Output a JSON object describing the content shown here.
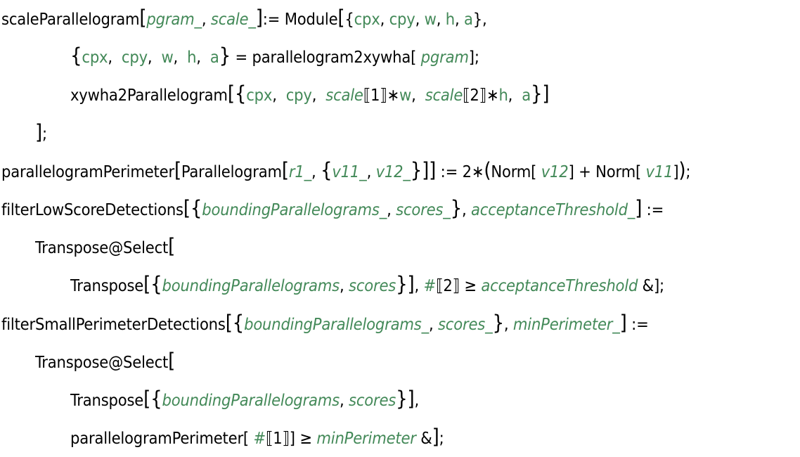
{
  "colors": {
    "text": "#000000",
    "symbol": "#438958"
  },
  "lines": [
    {
      "indent": 0,
      "tokens": [
        [
          "k",
          "scaleParallelogram"
        ],
        [
          "b",
          "["
        ],
        [
          "v",
          "pgram_"
        ],
        [
          "k",
          ", "
        ],
        [
          "v",
          "scale_"
        ],
        [
          "b",
          "]"
        ],
        [
          "k",
          ":= Module"
        ],
        [
          "b",
          "["
        ],
        [
          "k",
          "{"
        ],
        [
          "l",
          "cpx"
        ],
        [
          "k",
          ", "
        ],
        [
          "l",
          "cpy"
        ],
        [
          "k",
          ", "
        ],
        [
          "l",
          "w"
        ],
        [
          "k",
          ", "
        ],
        [
          "l",
          "h"
        ],
        [
          "k",
          ", "
        ],
        [
          "l",
          "a"
        ],
        [
          "k",
          "},"
        ]
      ]
    },
    {
      "indent": 2,
      "tokens": [
        [
          "b",
          "{"
        ],
        [
          "l",
          "cpx"
        ],
        [
          "k",
          ",  "
        ],
        [
          "l",
          "cpy"
        ],
        [
          "k",
          ",  "
        ],
        [
          "l",
          "w"
        ],
        [
          "k",
          ",  "
        ],
        [
          "l",
          "h"
        ],
        [
          "k",
          ",  "
        ],
        [
          "l",
          "a"
        ],
        [
          "b",
          "}"
        ],
        [
          "k",
          " = parallelogram2xywha[ "
        ],
        [
          "v",
          "pgram"
        ],
        [
          "k",
          "];"
        ]
      ]
    },
    {
      "indent": 2,
      "tokens": [
        [
          "k",
          "xywha2Parallelogram"
        ],
        [
          "b",
          "[{"
        ],
        [
          "l",
          "cpx"
        ],
        [
          "k",
          ",  "
        ],
        [
          "l",
          "cpy"
        ],
        [
          "k",
          ",  "
        ],
        [
          "v",
          "scale"
        ],
        [
          "k",
          "⟦1⟧∗"
        ],
        [
          "l",
          "w"
        ],
        [
          "k",
          ",  "
        ],
        [
          "v",
          "scale"
        ],
        [
          "k",
          "⟦2⟧∗"
        ],
        [
          "l",
          "h"
        ],
        [
          "k",
          ",  "
        ],
        [
          "l",
          "a"
        ],
        [
          "b",
          "}]"
        ]
      ]
    },
    {
      "indent": 1,
      "tokens": [
        [
          "b",
          "]"
        ],
        [
          "k",
          ";"
        ]
      ]
    },
    {
      "indent": 0,
      "tokens": [
        [
          "k",
          "parallelogramPerimeter"
        ],
        [
          "b",
          "["
        ],
        [
          "k",
          "Parallelogram"
        ],
        [
          "b",
          "["
        ],
        [
          "v",
          "r1_"
        ],
        [
          "k",
          ", "
        ],
        [
          "b",
          "{"
        ],
        [
          "v",
          "v11_"
        ],
        [
          "k",
          ", "
        ],
        [
          "v",
          "v12_"
        ],
        [
          "b",
          "}]]"
        ],
        [
          "k",
          " := 2∗"
        ],
        [
          "b",
          "("
        ],
        [
          "k",
          "Norm[ "
        ],
        [
          "v",
          "v12"
        ],
        [
          "k",
          "] + Norm[ "
        ],
        [
          "v",
          "v11"
        ],
        [
          "k",
          "]"
        ],
        [
          "b",
          ")"
        ],
        [
          "k",
          ";"
        ]
      ]
    },
    {
      "indent": 0,
      "tokens": [
        [
          "k",
          "filterLowScoreDetections"
        ],
        [
          "b",
          "[{"
        ],
        [
          "v",
          "boundingParallelograms_"
        ],
        [
          "k",
          ", "
        ],
        [
          "v",
          "scores_"
        ],
        [
          "b",
          "}"
        ],
        [
          "k",
          ", "
        ],
        [
          "v",
          "acceptanceThreshold_"
        ],
        [
          "b",
          "]"
        ],
        [
          "k",
          " :="
        ]
      ]
    },
    {
      "indent": 1,
      "tokens": [
        [
          "k",
          "Transpose@Select"
        ],
        [
          "b",
          "["
        ]
      ]
    },
    {
      "indent": 2,
      "tokens": [
        [
          "k",
          "Transpose"
        ],
        [
          "b",
          "[{"
        ],
        [
          "v",
          "boundingParallelograms"
        ],
        [
          "k",
          ", "
        ],
        [
          "v",
          "scores"
        ],
        [
          "b",
          "}]"
        ],
        [
          "k",
          ", "
        ],
        [
          "l",
          "#"
        ],
        [
          "k",
          "⟦2⟧ ≥ "
        ],
        [
          "v",
          "acceptanceThreshold"
        ],
        [
          "k",
          " &];"
        ]
      ]
    },
    {
      "indent": 0,
      "tokens": [
        [
          "k",
          "filterSmallPerimeterDetections"
        ],
        [
          "b",
          "[{"
        ],
        [
          "v",
          "boundingParallelograms_"
        ],
        [
          "k",
          ", "
        ],
        [
          "v",
          "scores_"
        ],
        [
          "b",
          "}"
        ],
        [
          "k",
          ", "
        ],
        [
          "v",
          "minPerimeter_"
        ],
        [
          "b",
          "]"
        ],
        [
          "k",
          " :="
        ]
      ]
    },
    {
      "indent": 1,
      "tokens": [
        [
          "k",
          "Transpose@Select"
        ],
        [
          "b",
          "["
        ]
      ]
    },
    {
      "indent": 2,
      "tokens": [
        [
          "k",
          "Transpose"
        ],
        [
          "b",
          "[{"
        ],
        [
          "v",
          "boundingParallelograms"
        ],
        [
          "k",
          ", "
        ],
        [
          "v",
          "scores"
        ],
        [
          "b",
          "}]"
        ],
        [
          "k",
          ","
        ]
      ]
    },
    {
      "indent": 2,
      "tokens": [
        [
          "k",
          "parallelogramPerimeter[ "
        ],
        [
          "l",
          "#"
        ],
        [
          "k",
          "⟦1⟧] ≥ "
        ],
        [
          "v",
          "minPerimeter"
        ],
        [
          "k",
          " &"
        ],
        [
          "b",
          "]"
        ],
        [
          "k",
          ";"
        ]
      ]
    }
  ]
}
